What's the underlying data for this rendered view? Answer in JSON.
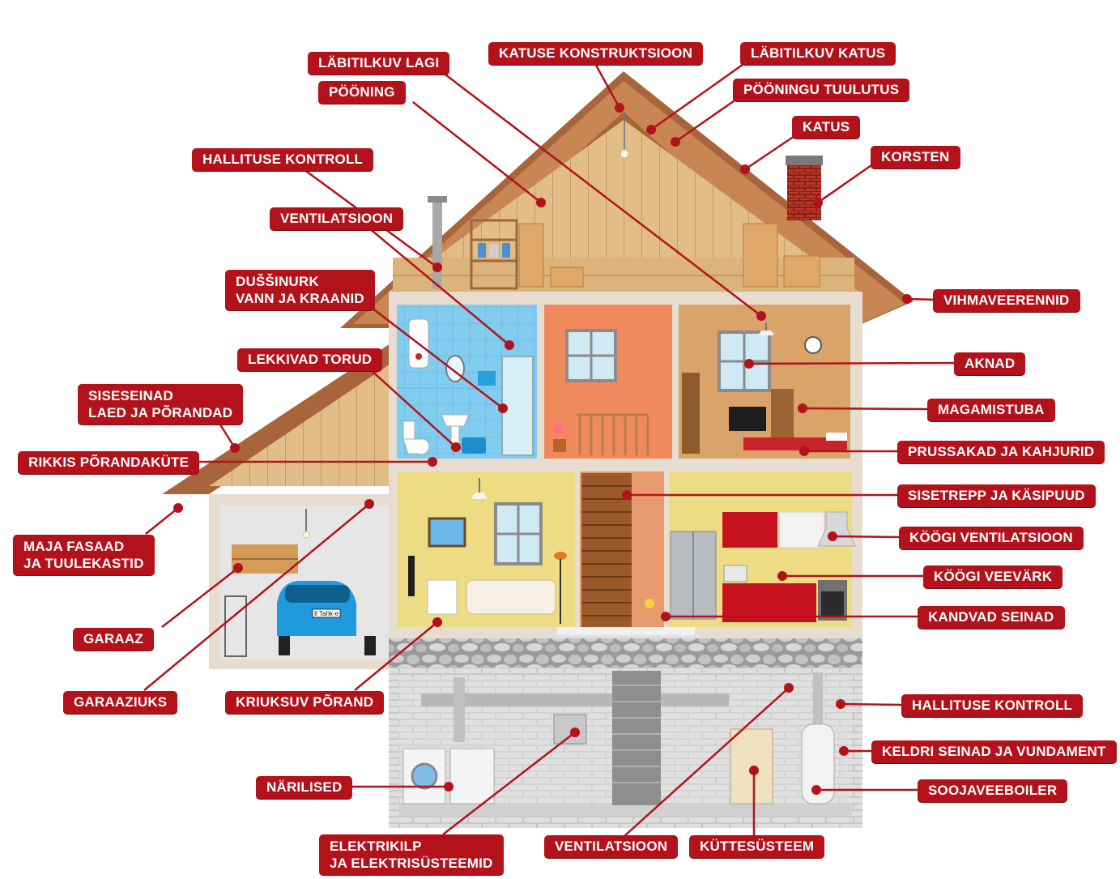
{
  "diagram": {
    "labels": {
      "katuse_konstruktsioon": "KATUSE KONSTRUKTSIOON",
      "labitilkuv_lagi": "LÄBITILKUV LAGI",
      "labitilkuv_katus": "LÄBITILKUV KATUS",
      "pooning": "PÖÖNING",
      "pooningu_tuulutus": "PÖÖNINGU TUULUTUS",
      "katus": "KATUS",
      "korsten": "KORSTEN",
      "hallituse_kontroll_top": "HALLITUSE KONTROLL",
      "ventilatsioon_top": "VENTILATSIOON",
      "dussinurk": "DUŠŠINURK\nVANN JA KRAANID",
      "vihmaveerennid": "VIHMAVEERENNID",
      "lekkivad_torud": "LEKKIVAD TORUD",
      "aknad": "AKNAD",
      "siseseinad": "SISESEINAD\nLAED JA PÕRANDAD",
      "magamistuba": "MAGAMISTUBA",
      "rikkis_porandakute": "RIKKIS PÕRANDAKÜTE",
      "prussakad": "PRUSSAKAD JA KAHJURID",
      "sisetrepp": "SISETREPP JA KÄSIPUUD",
      "maja_fasaad": "MAJA FASAAD\nJA TUULEKASTID",
      "koogi_ventilatsioon": "KÖÖGI VENTILATSIOON",
      "koogi_veevark": "KÖÖGI VEEVÄRK",
      "garaaz": "GARAAZ",
      "kandvad_seinad": "KANDVAD SEINAD",
      "garaaziuks": "GARAAZIUKS",
      "kriuksuv_porand": "KRIUKSUV PÕRAND",
      "hallituse_kontroll_basement": "HALLITUSE KONTROLL",
      "keldri_seinad": "KELDRI SEINAD JA VUNDAMENT",
      "narilised": "NÄRILISED",
      "soojaveeboiler": "SOOJAVEEBOILER",
      "elektrikilp": "ELEKTRIKILP\nJA ELEKTRISÜSTEEMID",
      "ventilatsioon_bottom": "VENTILATSIOON",
      "kuttesusteem": "KÜTTESÜSTEEM"
    },
    "car_plate": "Il Tahk-e",
    "colors": {
      "label_red": "#b3121a",
      "roof_brown": "#a8643a",
      "attic_wood": "#dfb882"
    }
  }
}
